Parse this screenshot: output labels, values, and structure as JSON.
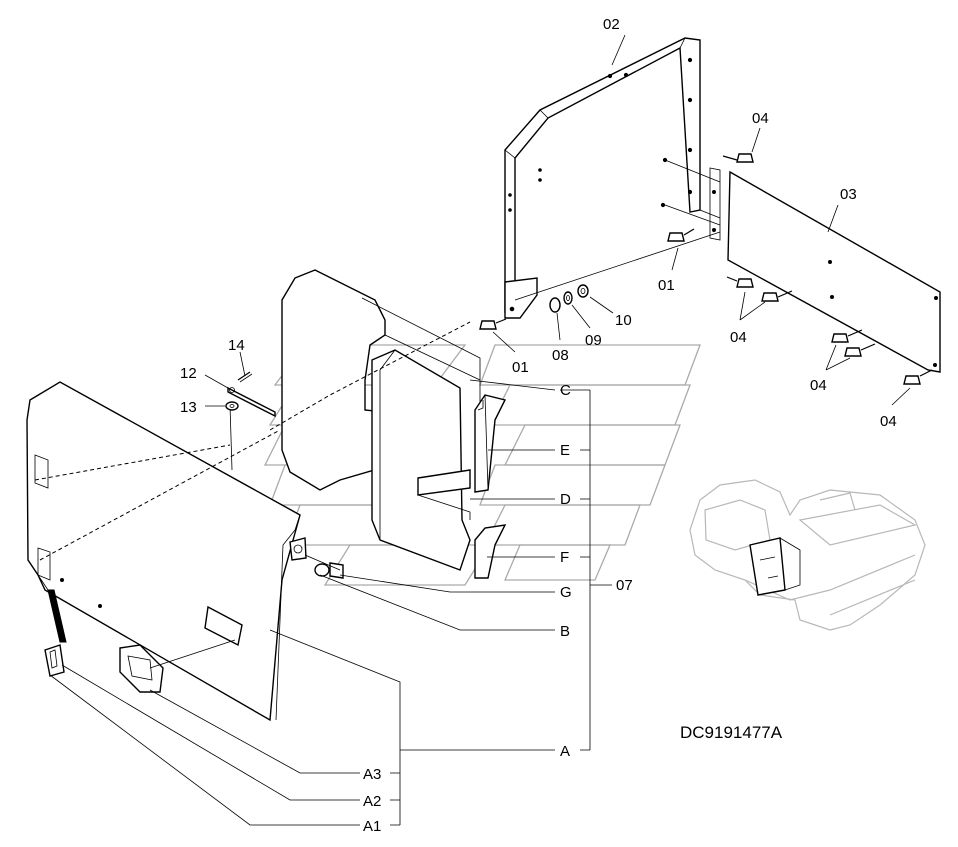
{
  "callouts": {
    "p01a": "01",
    "p01b": "01",
    "p02": "02",
    "p03": "03",
    "p04a": "04",
    "p04b": "04",
    "p04c": "04",
    "p04d": "04",
    "p07": "07",
    "p08": "08",
    "p09": "09",
    "p10": "10",
    "p12": "12",
    "p13": "13",
    "p14": "14",
    "sC": "C",
    "sE": "E",
    "sD": "D",
    "sF": "F",
    "sG": "G",
    "sB": "B",
    "sA": "A",
    "sA3": "A3",
    "sA2": "A2",
    "sA1": "A1"
  },
  "drawing_number": "DC9191477A"
}
